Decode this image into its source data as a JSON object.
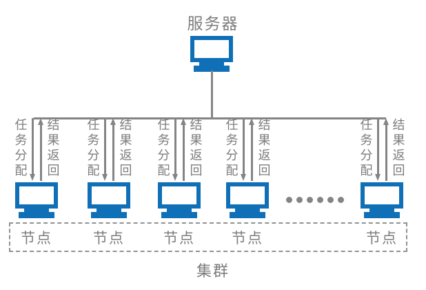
{
  "diagram": {
    "server_label": "服务器",
    "edges": {
      "task_label": "任务分配",
      "result_label": "结果返回"
    },
    "nodes": [
      {
        "label": "节点"
      },
      {
        "label": "节点"
      },
      {
        "label": "节点"
      },
      {
        "label": "节点"
      },
      {
        "label": "节点"
      }
    ],
    "ellipsis": {
      "dot_count": 6
    },
    "cluster_label": "集群",
    "colors": {
      "monitor_blue": "#0f6fb7",
      "line_gray": "#848484",
      "text_gray": "#7d7d7d"
    }
  }
}
